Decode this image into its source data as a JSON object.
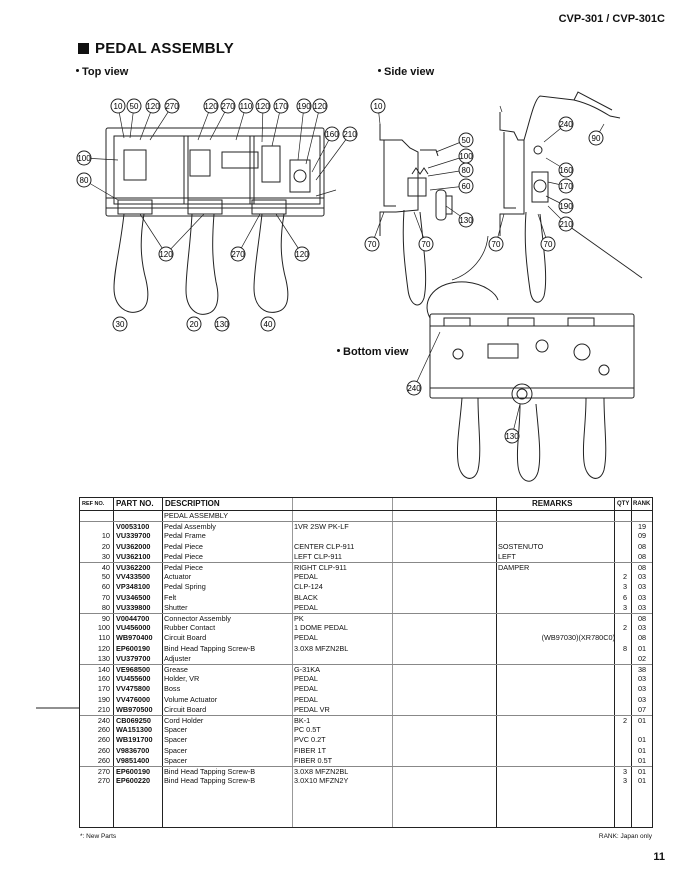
{
  "header": {
    "model": "CVP-301 / CVP-301C",
    "title": "PEDAL ASSEMBLY"
  },
  "views": {
    "top": "Top view",
    "side": "Side view",
    "bottom": "Bottom view"
  },
  "callouts": {
    "top_view": [
      "10",
      "50",
      "120",
      "270",
      "120",
      "270",
      "110",
      "120",
      "170",
      "190",
      "120",
      "160",
      "210",
      "100",
      "80",
      "120",
      "270",
      "120",
      "30",
      "20",
      "130",
      "40"
    ],
    "side_view": [
      "10",
      "50",
      "100",
      "80",
      "60",
      "130",
      "70",
      "70",
      "240",
      "90",
      "160",
      "170",
      "190",
      "210",
      "70",
      "70"
    ],
    "bottom_view": [
      "240",
      "130"
    ]
  },
  "table": {
    "headers": {
      "ref": "REF NO.",
      "part": "PART NO.",
      "desc": "DESCRIPTION",
      "remarks": "REMARKS",
      "qty": "QTY",
      "rank": "RANK"
    },
    "rows": [
      {
        "ref": "",
        "part": "",
        "desc": "PEDAL ASSEMBLY",
        "spec": "",
        "rem1": "",
        "rem2": "",
        "qty": "",
        "rank": ""
      },
      {
        "ref": "",
        "part": "V0053100",
        "desc": "Pedal Assembly",
        "spec": "1VR 2SW PK-LF",
        "rem1": "",
        "rem2": "",
        "qty": "",
        "rank": "19"
      },
      {
        "ref": "10",
        "part": "VU339700",
        "desc": "Pedal Frame",
        "spec": "",
        "rem1": "",
        "rem2": "",
        "qty": "",
        "rank": "09"
      },
      {
        "ref": "20",
        "part": "VU362000",
        "desc": "Pedal Piece",
        "spec": "CENTER   CLP-911",
        "rem1": "SOSTENUTO",
        "rem2": "",
        "qty": "",
        "rank": "08"
      },
      {
        "ref": "30",
        "part": "VU362100",
        "desc": "Pedal Piece",
        "spec": "LEFT    CLP-911",
        "rem1": "LEFT",
        "rem2": "",
        "qty": "",
        "rank": "08"
      },
      {
        "ref": "40",
        "part": "VU362200",
        "desc": "Pedal Piece",
        "spec": "RIGHT   CLP-911",
        "rem1": "DAMPER",
        "rem2": "",
        "qty": "",
        "rank": "08"
      },
      {
        "ref": "50",
        "part": "VV433500",
        "desc": "Actuator",
        "spec": "PEDAL",
        "rem1": "",
        "rem2": "",
        "qty": "2",
        "rank": "03"
      },
      {
        "ref": "60",
        "part": "VP348100",
        "desc": "Pedal Spring",
        "spec": "CLP-124",
        "rem1": "",
        "rem2": "",
        "qty": "3",
        "rank": "03"
      },
      {
        "ref": "70",
        "part": "VU346500",
        "desc": "Felt",
        "spec": "BLACK",
        "rem1": "",
        "rem2": "",
        "qty": "6",
        "rank": "03"
      },
      {
        "ref": "80",
        "part": "VU339800",
        "desc": "Shutter",
        "spec": "PEDAL",
        "rem1": "",
        "rem2": "",
        "qty": "3",
        "rank": "03"
      },
      {
        "ref": "90",
        "part": "V0044700",
        "desc": "Connector Assembly",
        "spec": "PK",
        "rem1": "",
        "rem2": "",
        "qty": "",
        "rank": "08"
      },
      {
        "ref": "100",
        "part": "VU456000",
        "desc": "Rubber Contact",
        "spec": "1 DOME PEDAL",
        "rem1": "",
        "rem2": "",
        "qty": "2",
        "rank": "03"
      },
      {
        "ref": "110",
        "part": "WB970400",
        "desc": "Circuit Board",
        "spec": "PEDAL",
        "rem1": "",
        "rem2": "(WB97030)(XR780C0)",
        "qty": "",
        "rank": "08"
      },
      {
        "ref": "120",
        "part": "EP600190",
        "desc": "Bind Head Tapping Screw-B",
        "spec": "3.0X8   MFZN2BL",
        "rem1": "",
        "rem2": "",
        "qty": "8",
        "rank": "01"
      },
      {
        "ref": "130",
        "part": "VU379700",
        "desc": "Adjuster",
        "spec": "",
        "rem1": "",
        "rem2": "",
        "qty": "",
        "rank": "02"
      },
      {
        "ref": "140",
        "part": "VE968500",
        "desc": "Grease",
        "spec": "G-31KA",
        "rem1": "",
        "rem2": "",
        "qty": "",
        "rank": "38"
      },
      {
        "ref": "160",
        "part": "VU455600",
        "desc": "Holder, VR",
        "spec": "PEDAL",
        "rem1": "",
        "rem2": "",
        "qty": "",
        "rank": "03"
      },
      {
        "ref": "170",
        "part": "VV475800",
        "desc": "Boss",
        "spec": "PEDAL",
        "rem1": "",
        "rem2": "",
        "qty": "",
        "rank": "03"
      },
      {
        "ref": "190",
        "part": "VV476000",
        "desc": "Volume Actuator",
        "spec": "PEDAL",
        "rem1": "",
        "rem2": "",
        "qty": "",
        "rank": "03"
      },
      {
        "ref": "210",
        "part": "WB970500",
        "desc": "Circuit Board",
        "spec": "PEDAL VR",
        "rem1": "",
        "rem2": "",
        "qty": "",
        "rank": "07"
      },
      {
        "ref": "240",
        "part": "CB069250",
        "desc": "Cord Holder",
        "spec": "BK-1",
        "rem1": "",
        "rem2": "",
        "qty": "2",
        "rank": "01"
      },
      {
        "ref": "260",
        "part": "WA151300",
        "desc": "Spacer",
        "spec": "PC 0.5T",
        "rem1": "",
        "rem2": "",
        "qty": "",
        "rank": ""
      },
      {
        "ref": "260",
        "part": "WB191700",
        "desc": "Spacer",
        "spec": "PVC 0.2T",
        "rem1": "",
        "rem2": "",
        "qty": "",
        "rank": "01"
      },
      {
        "ref": "260",
        "part": "V9836700",
        "desc": "Spacer",
        "spec": "FIBER 1T",
        "rem1": "",
        "rem2": "",
        "qty": "",
        "rank": "01"
      },
      {
        "ref": "260",
        "part": "V9851400",
        "desc": "Spacer",
        "spec": "FIBER 0.5T",
        "rem1": "",
        "rem2": "",
        "qty": "",
        "rank": "01"
      },
      {
        "ref": "270",
        "part": "EP600190",
        "desc": "Bind Head Tapping Screw-B",
        "spec": "3.0X8   MFZN2BL",
        "rem1": "",
        "rem2": "",
        "qty": "3",
        "rank": "01"
      },
      {
        "ref": "270",
        "part": "EP600220",
        "desc": "Bind Head Tapping Screw-B",
        "spec": "3.0X10  MFZN2Y",
        "rem1": "",
        "rem2": "",
        "qty": "3",
        "rank": "01"
      }
    ]
  },
  "footnotes": {
    "left": "*: New Parts",
    "right": "RANK: Japan only"
  },
  "page_number": "11"
}
